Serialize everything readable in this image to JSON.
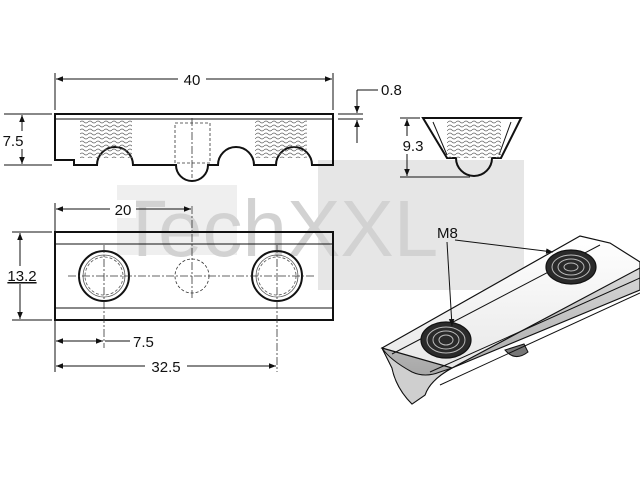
{
  "watermark": {
    "text": "TechXXL"
  },
  "front_view": {
    "width_label": "40",
    "height_label": "7.5",
    "step_label": "0.8"
  },
  "side_view": {
    "height_label": "9.3"
  },
  "top_view": {
    "half_label": "20",
    "width_label": "13.2",
    "offset_label": "7.5",
    "span_label": "32.5"
  },
  "iso_view": {
    "thread_label": "M8"
  }
}
